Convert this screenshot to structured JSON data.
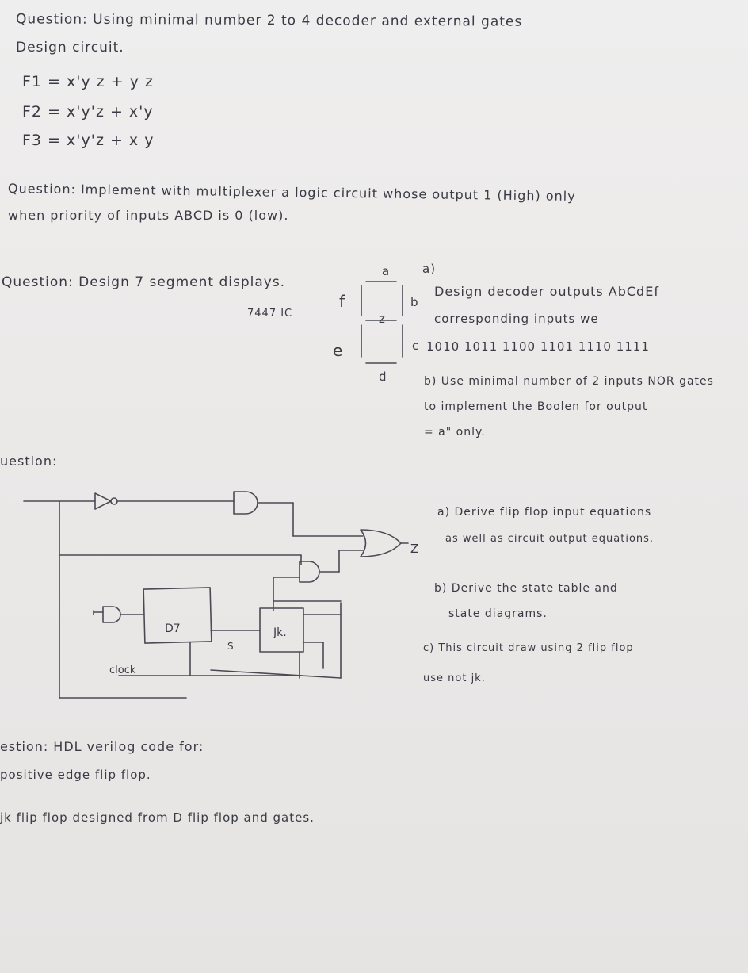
{
  "q1": {
    "title": "Question: Using minimal number 2 to 4 decoder and external gates",
    "subtitle": "Design circuit.",
    "f1": "F1 = x'y z + y z",
    "f2": "F2 = x'y'z + x'y",
    "f3": "F3 = x'y'z + x y"
  },
  "q2": {
    "line1": "Question: Implement with multiplexer a logic circuit whose output 1 (High) only",
    "line2": "when priority of inputs ABCD is 0 (low)."
  },
  "q3": {
    "title": "Question: Design 7 segment displays.",
    "ic": "7447 IC",
    "seg_a": "a",
    "seg_b": "b",
    "seg_c": "c",
    "seg_d": "d",
    "seg_e": "e",
    "seg_f": "f",
    "seg_z": "z",
    "part_a_mark": "a)",
    "part_a_1": "Design decoder outputs AbCdEf",
    "part_a_2": "corresponding inputs we",
    "part_a_3": "1010 1011 1100 1101 1110 1111",
    "part_b_1": "b) Use minimal number of 2 inputs NOR gates",
    "part_b_2": "to implement the Boolen for output",
    "part_b_3": "= a\" only."
  },
  "q4": {
    "title": "uestion:",
    "dff_label": "D7",
    "jk_label": "Jk.",
    "clock_label": "clock",
    "s_label": "S",
    "out_label": "Z",
    "part_a_1": "a) Derive flip flop input equations",
    "part_a_2": "as well as circuit output equations.",
    "part_b_1": "b) Derive the state table and",
    "part_b_2": "state diagrams.",
    "part_c_1": "c) This circuit draw using 2 flip flop",
    "part_c_2": "use not jk."
  },
  "q5": {
    "line1": "estion: HDL verilog code for:",
    "line2": "positive edge flip flop.",
    "line3": "jk flip flop designed from D flip flop and gates."
  }
}
